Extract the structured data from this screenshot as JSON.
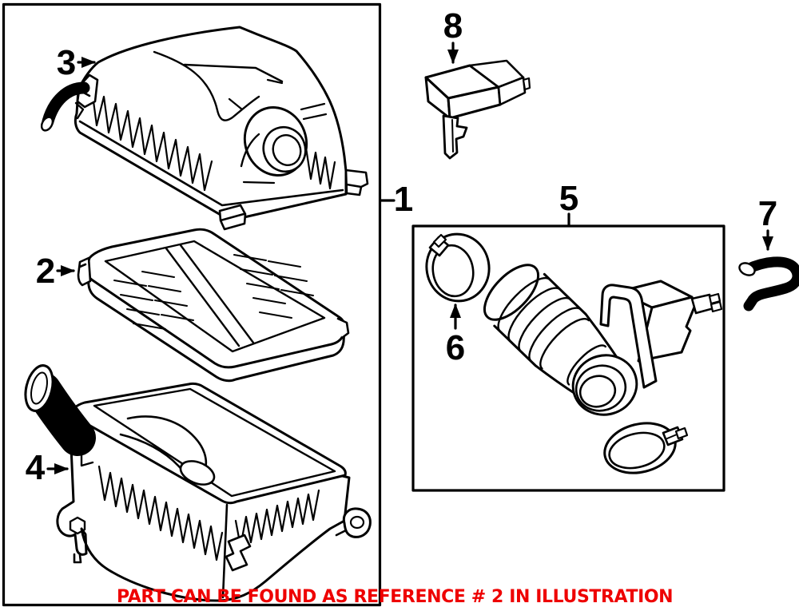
{
  "colors": {
    "ink": "#000000",
    "note_red": "#ee0000",
    "background": "#ffffff"
  },
  "callouts": {
    "c1": "1",
    "c2": "2",
    "c3": "3",
    "c4": "4",
    "c5": "5",
    "c6": "6",
    "c7": "7",
    "c8": "8"
  },
  "note": {
    "text": "PART CAN BE FOUND AS REFERENCE # 2 IN ILLUSTRATION"
  }
}
